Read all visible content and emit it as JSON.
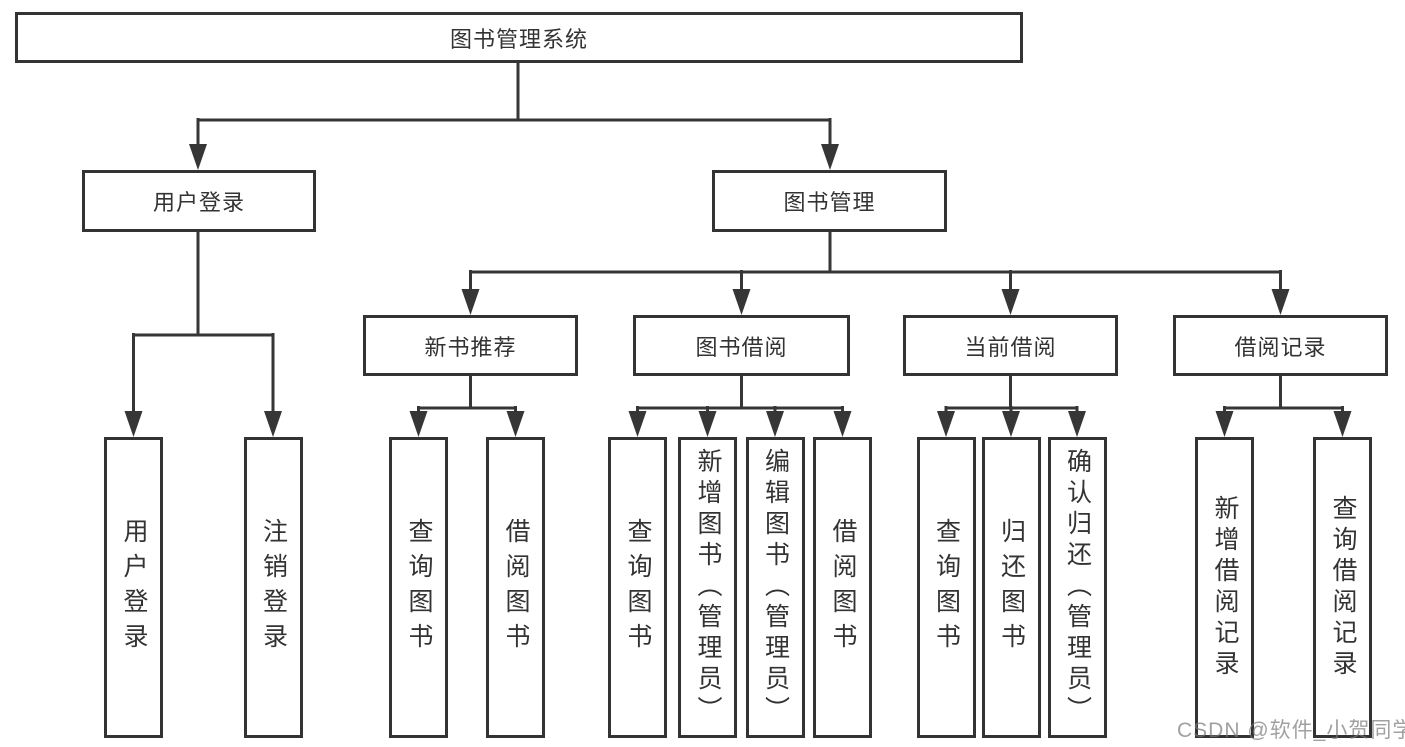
{
  "diagram_type": "hierarchy-tree",
  "colors": {
    "background": "#ffffff",
    "box_border": "#333333",
    "text": "#333333",
    "connector": "#363636",
    "watermark_text": "#9a9a9a"
  },
  "tree": {
    "label": "图书管理系统",
    "children": [
      {
        "label": "用户登录",
        "children": [
          {
            "label": "用户登录"
          },
          {
            "label": "注销登录"
          }
        ]
      },
      {
        "label": "图书管理",
        "children": [
          {
            "label": "新书推荐",
            "children": [
              {
                "label": "查询图书"
              },
              {
                "label": "借阅图书"
              }
            ]
          },
          {
            "label": "图书借阅",
            "children": [
              {
                "label": "查询图书"
              },
              {
                "label": "新增图书（管理员）"
              },
              {
                "label": "编辑图书（管理员）"
              },
              {
                "label": "借阅图书"
              }
            ]
          },
          {
            "label": "当前借阅",
            "children": [
              {
                "label": "查询图书"
              },
              {
                "label": "归还图书"
              },
              {
                "label": "确认归还（管理员）"
              }
            ]
          },
          {
            "label": "借阅记录",
            "children": [
              {
                "label": "新增借阅记录"
              },
              {
                "label": "查询借阅记录"
              }
            ]
          }
        ]
      }
    ]
  },
  "watermark": "CSDN @软件_小贺同学"
}
